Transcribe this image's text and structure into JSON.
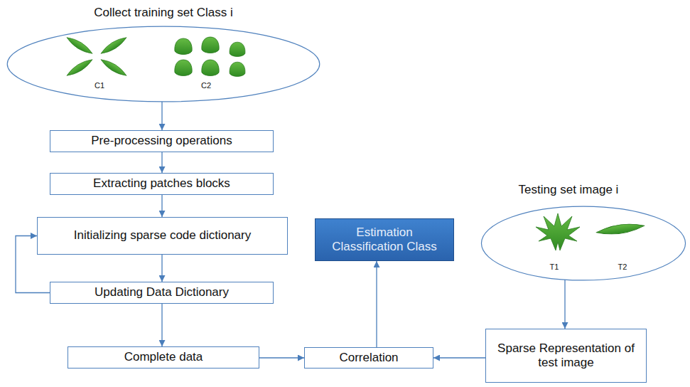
{
  "diagram": {
    "nodes": [
      {
        "text": [
          "Collect training set Class i",
          "C1",
          "C2"
        ]
      },
      {
        "text": [
          "Pre-processing operations"
        ]
      },
      {
        "text": [
          "Extracting patches blocks"
        ]
      },
      {
        "text": [
          "Initializing sparse code dictionary"
        ]
      },
      {
        "text": [
          "Updating Data Dictionary"
        ]
      },
      {
        "text": [
          "Complete data"
        ]
      },
      {
        "text": [
          "Estimation Classification Class"
        ]
      },
      {
        "text": [
          "Testing set image i",
          "T1",
          "T2"
        ]
      },
      {
        "text": [
          "Correlation"
        ]
      },
      {
        "text": [
          "Sparse Representation of test image"
        ]
      }
    ],
    "edges": [
      {
        "from": 0,
        "to": 1,
        "arrow": "to"
      },
      {
        "from": 1,
        "to": 2,
        "arrow": "to"
      },
      {
        "from": 2,
        "to": 3,
        "arrow": "to"
      },
      {
        "from": 3,
        "to": 4,
        "arrow": "to"
      },
      {
        "from": 4,
        "to": 3,
        "arrow": "to"
      },
      {
        "from": 4,
        "to": 5,
        "arrow": "to"
      },
      {
        "from": 5,
        "to": 8,
        "arrow": "to"
      },
      {
        "from": 9,
        "to": 8,
        "arrow": "to"
      },
      {
        "from": 8,
        "to": 6,
        "arrow": "to"
      },
      {
        "from": 7,
        "to": 9,
        "arrow": "to"
      }
    ]
  }
}
